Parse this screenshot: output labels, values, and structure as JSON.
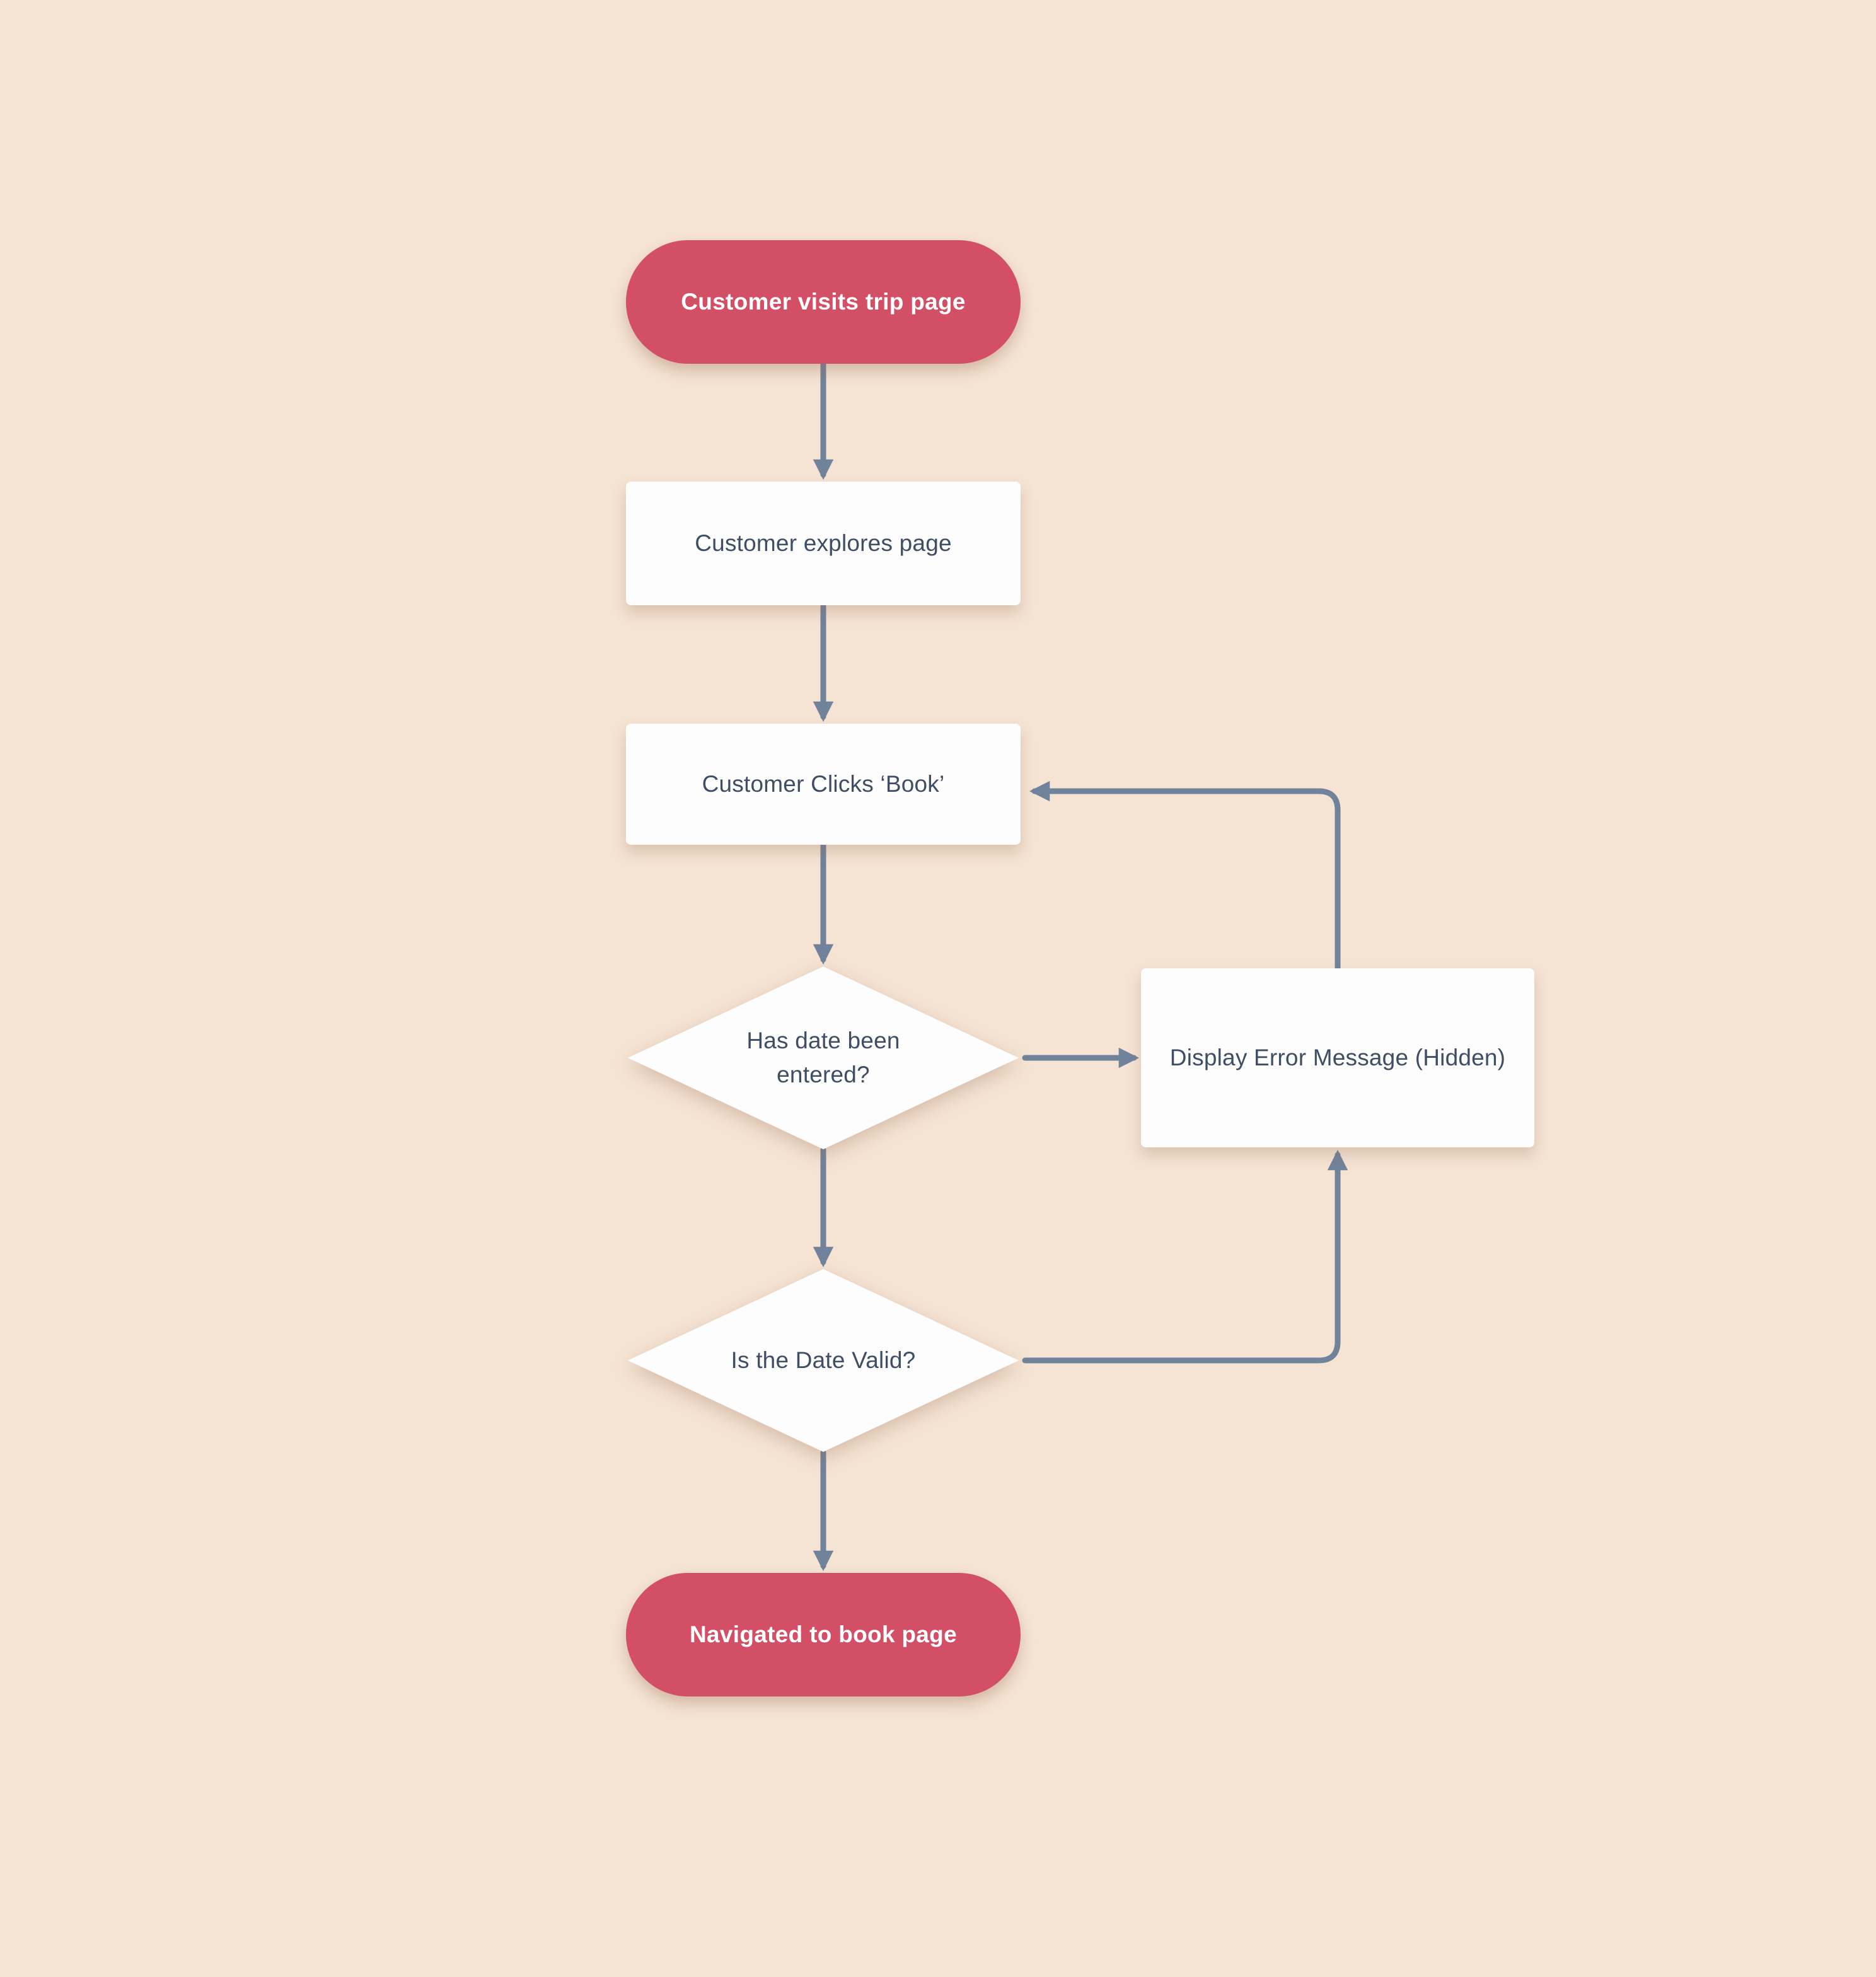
{
  "page": {
    "background_color": "#F5E3D3"
  },
  "colors": {
    "canvas_background": "#F5E3D3",
    "terminator_fill": "#D34F66",
    "process_fill": "#FDFDFD",
    "connector": "#71839B",
    "text_dark": "#3F4E63",
    "text_light": "#FFFFFF"
  },
  "flowchart": {
    "nodes": {
      "start": {
        "type": "terminator",
        "label": "Customer visits trip page"
      },
      "explore": {
        "type": "process",
        "label": "Customer explores page"
      },
      "click_book": {
        "type": "process",
        "label": "Customer Clicks ‘Book’"
      },
      "date_entered": {
        "type": "decision",
        "label": "Has date been entered?"
      },
      "error": {
        "type": "process",
        "label": "Display Error Message (Hidden)"
      },
      "date_valid": {
        "type": "decision",
        "label": "Is the Date Valid?"
      },
      "end": {
        "type": "terminator",
        "label": "Navigated to book page"
      }
    },
    "edges": [
      {
        "from": "start",
        "to": "explore"
      },
      {
        "from": "explore",
        "to": "click_book"
      },
      {
        "from": "click_book",
        "to": "date_entered"
      },
      {
        "from": "date_entered",
        "to": "error"
      },
      {
        "from": "date_entered",
        "to": "date_valid"
      },
      {
        "from": "date_valid",
        "to": "error"
      },
      {
        "from": "date_valid",
        "to": "end"
      },
      {
        "from": "error",
        "to": "click_book"
      }
    ]
  }
}
